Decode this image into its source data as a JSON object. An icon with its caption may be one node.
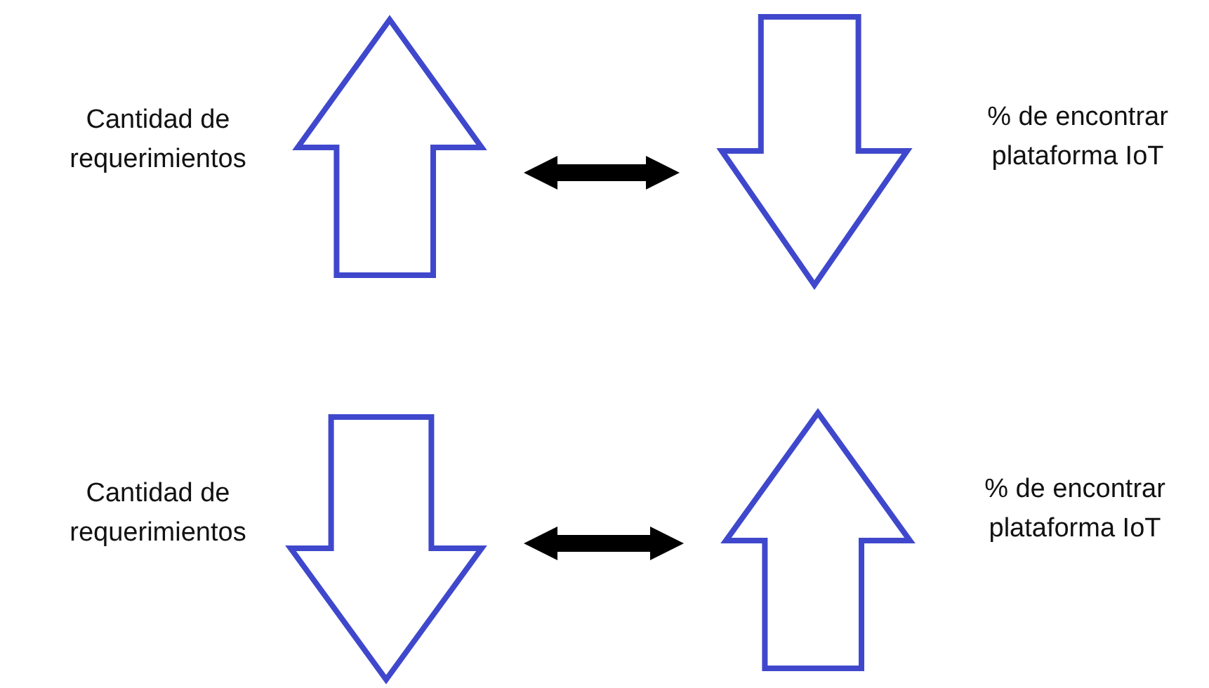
{
  "diagram": {
    "nodes": [
      {
        "text": [],
        "shape": "arrow",
        "beside": [
          "Cantidad de requerimientos"
        ]
      },
      {
        "text": [],
        "shape": "arrow",
        "beside": [
          "% de encontrar plataforma IoT"
        ]
      },
      {
        "text": [],
        "shape": "arrow",
        "beside": [
          "Cantidad de requerimientos"
        ]
      },
      {
        "text": [],
        "shape": "arrow",
        "beside": [
          "% de encontrar plataforma IoT"
        ]
      }
    ],
    "edges": [
      {
        "from": 0,
        "to": 1,
        "arrow": "both"
      },
      {
        "from": 2,
        "to": 3,
        "arrow": "both"
      }
    ]
  }
}
